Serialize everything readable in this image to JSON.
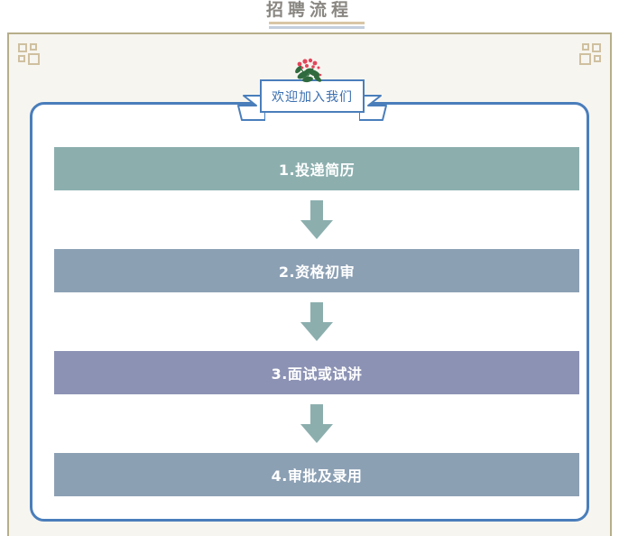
{
  "page": {
    "title": "招聘流程",
    "background_color": "#ffffff",
    "frame_background_color": "#f7f5f0",
    "frame_border_color": "#b6ae8a",
    "ornament_color": "#cfc0a0",
    "title_color": "#8a8782",
    "title_rule_tan": "#d9c6a4",
    "title_rule_blue": "#c3cedd"
  },
  "banner": {
    "text": "欢迎加入我们",
    "text_color": "#3b6fb0",
    "border_color": "#4a7ebb",
    "flower_icon": "flower-sprig-icon",
    "flower_berry_color": "#e2465a",
    "flower_leaf_color": "#2f6b3e"
  },
  "container": {
    "border_color": "#4a7ebb",
    "fill_color": "#ffffff"
  },
  "arrow": {
    "color": "#8cafae",
    "icon": "arrow-down-icon"
  },
  "flow": {
    "steps": [
      {
        "label": "1.投递简历",
        "color": "#8cafae"
      },
      {
        "label": "2.资格初审",
        "color": "#8ca0b4"
      },
      {
        "label": "3.面试或试讲",
        "color": "#8c92b4"
      },
      {
        "label": "4.审批及录用",
        "color": "#8ca0b4"
      }
    ]
  }
}
